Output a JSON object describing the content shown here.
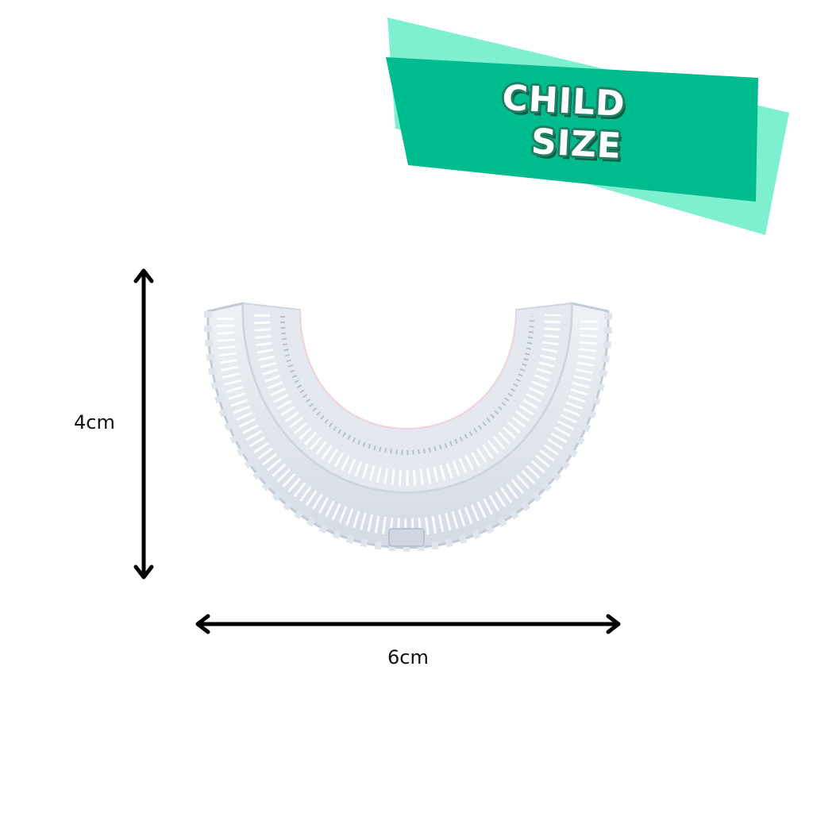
{
  "badge": {
    "line1": "CHILD",
    "line2": "SIZE",
    "colors": {
      "front": "#00bb8e",
      "back": "#7ef0d0",
      "outline": "#1f7f63"
    }
  },
  "dimensions": {
    "height_label": "4cm",
    "width_label": "6cm"
  },
  "product": {
    "icon": "u-shaped-toothbrush-head"
  }
}
